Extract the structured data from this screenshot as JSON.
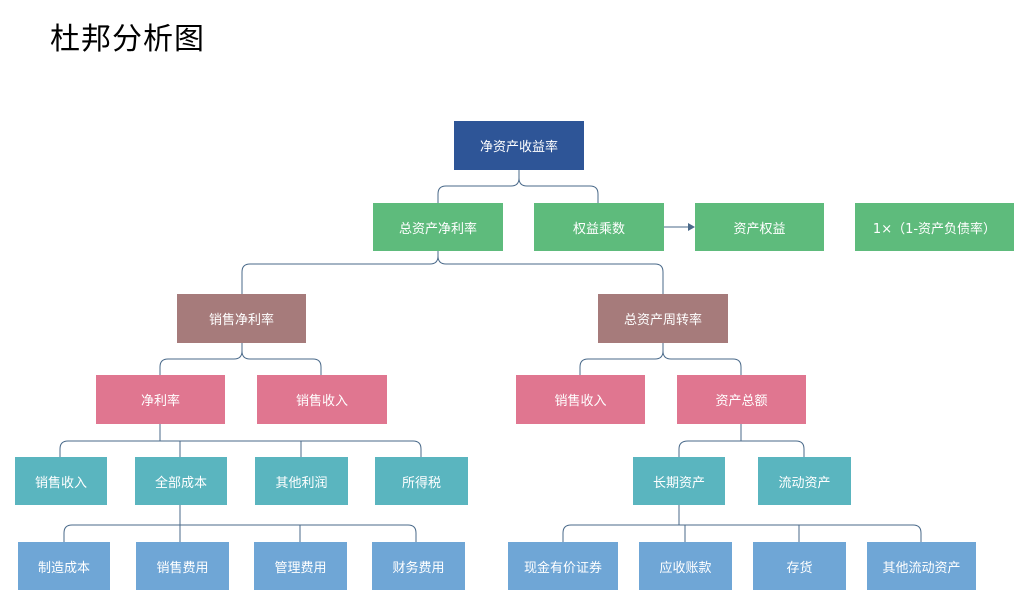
{
  "title": "杜邦分析图",
  "nodes": {
    "roe": "净资产收益率",
    "roa": "总资产净利率",
    "equity_multiplier": "权益乘数",
    "equity": "资产权益",
    "equity_formula": "1×（1-资产负债率）",
    "net_margin": "销售净利率",
    "asset_turnover": "总资产周转率",
    "net_profit": "净利率",
    "sales_revenue_a": "销售收入",
    "sales_revenue_b": "销售收入",
    "total_assets": "资产总额",
    "sales_revenue_c": "销售收入",
    "total_cost": "全部成本",
    "other_profit": "其他利润",
    "income_tax": "所得税",
    "long_term_assets": "长期资产",
    "current_assets": "流动资产",
    "manufacturing_cost": "制造成本",
    "selling_expense": "销售费用",
    "admin_expense": "管理费用",
    "finance_expense": "财务费用",
    "cash_securities": "现金有价证券",
    "receivables": "应收账款",
    "inventory": "存货",
    "other_current_assets": "其他流动资产"
  },
  "colors": {
    "navy": "#2e5597",
    "green": "#5ebb7c",
    "mauve": "#a67b7b",
    "pink": "#e07690",
    "teal": "#5ab5bf",
    "blue": "#6fa6d6",
    "connector": "#4a6a8a"
  }
}
